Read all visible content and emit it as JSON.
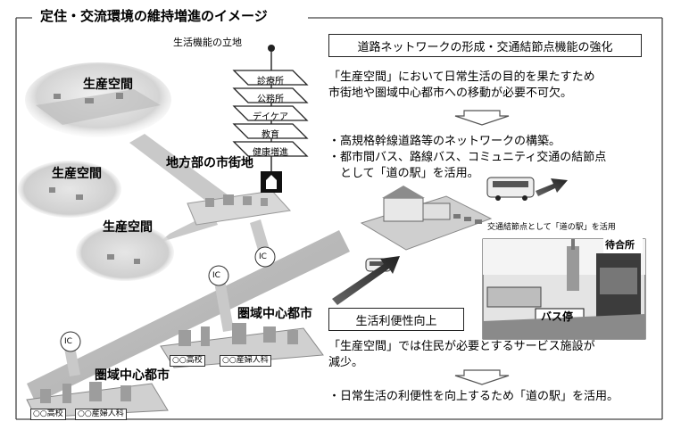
{
  "title": "定住・交流環境の維持増進のイメージ",
  "labels": {
    "seikatsu_kino": "生活機能の立地",
    "seisan_1": "生産空間",
    "seisan_2": "生産空間",
    "seisan_3": "生産空間",
    "chiho_shigaichi": "地方部の市街地",
    "kenniki_1": "圏域中心都市",
    "kenniki_2": "圏域中心都市",
    "ic_1": "IC",
    "ic_2": "IC",
    "ic_3": "IC",
    "koko_1": "○○高校",
    "sanfujin_1": "○○産婦人科",
    "koko_2": "○○高校",
    "sanfujin_2": "○○産婦人科",
    "kotsu_setsuzoku": "交通結節点として「道の駅」を活用",
    "machiaisho": "待合所",
    "bus_tei": "バス停"
  },
  "stack": [
    "診療所",
    "公務所",
    "デイケア",
    "教育",
    "健康増進"
  ],
  "sections": {
    "road_title": "道路ネットワークの形成・交通結節点機能の強化",
    "road_para": [
      "「生産空間」において日常生活の目的を果たすため",
      "市街地や圏域中心都市への移動が必要不可欠。"
    ],
    "road_bullets": [
      "・高規格幹線道路等のネットワークの構築。",
      "・都市間バス、路線バス、コミュニティ交通の結節点",
      "　として「道の駅」を活用。"
    ],
    "life_title": "生活利便性向上",
    "life_para": [
      "「生産空間」では住民が必要とするサービス施設が",
      "減少。"
    ],
    "life_bullet": "・日常生活の利便性を向上するため「道の駅」を活用。"
  }
}
